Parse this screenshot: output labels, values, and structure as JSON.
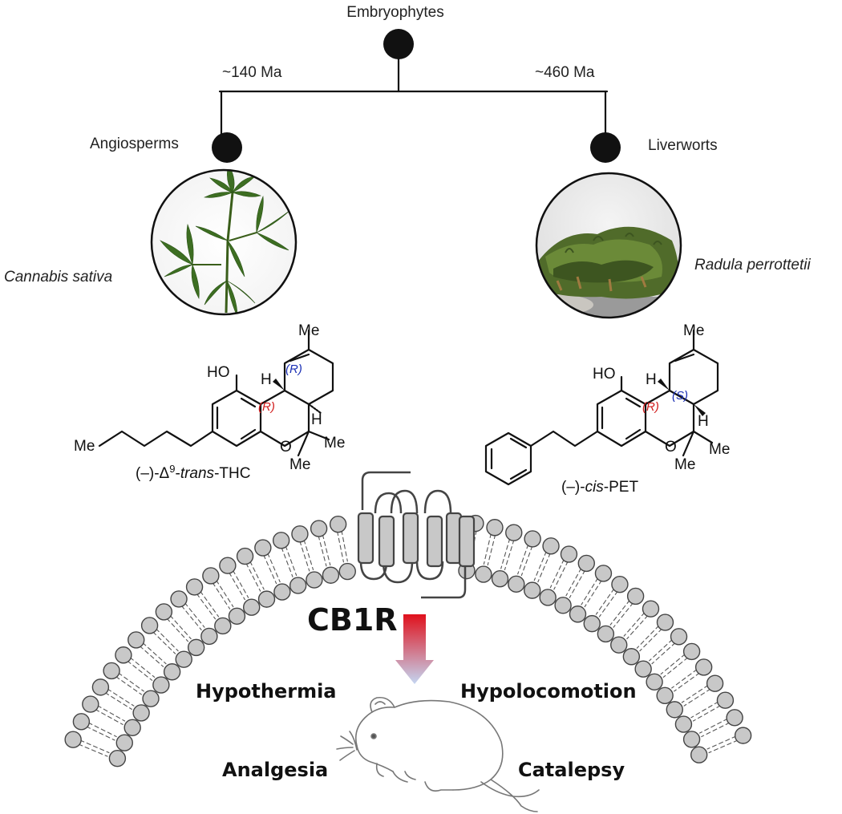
{
  "tree": {
    "root_label": "Embryophytes",
    "left_age": "~140 Ma",
    "right_age": "~460 Ma",
    "left_clade": "Angiosperms",
    "right_clade": "Liverworts"
  },
  "species": {
    "left": "Cannabis sativa",
    "right": "Radula perrottetii"
  },
  "molecules": {
    "left": {
      "prefix": "(–)-Δ",
      "superscript": "9",
      "dash": "-",
      "italic": "trans",
      "suffix": "-THC",
      "stereo_1": "(R)",
      "stereo_2": "(R)",
      "stereo_1_color": "#d11a1a",
      "stereo_2_color": "#1a2fb5",
      "atoms": {
        "ho": "HO",
        "h_top": "H",
        "h_mid": "H",
        "o": "O",
        "me_top": "Me",
        "me_right": "Me",
        "me_bottom": "Me",
        "me_chain": "Me"
      }
    },
    "right": {
      "prefix": "(–)-",
      "italic": "cis",
      "suffix": "-PET",
      "stereo_1": "(R)",
      "stereo_2": "(S)",
      "stereo_1_color": "#d11a1a",
      "stereo_2_color": "#1a2fb5",
      "atoms": {
        "ho": "HO",
        "h_top": "H",
        "h_mid": "H",
        "o": "O",
        "me_top": "Me",
        "me_right": "Me",
        "me_bottom": "Me"
      }
    }
  },
  "receptor": {
    "label": "CB1R",
    "arrow_top_color": "#e0111c",
    "arrow_bottom_color": "#c4d6f2",
    "lipid_head_color": "#c8c8c8",
    "helix_color": "#c8c8c8"
  },
  "effects": {
    "top_left": "Hypothermia",
    "top_right": "Hypolocomotion",
    "bottom_left": "Analgesia",
    "bottom_right": "Catalepsy"
  },
  "icons": {
    "cannabis": "cannabis-plant-photo-icon",
    "liverwort": "liverwort-moss-photo-icon",
    "mouse": "mouse-outline-icon"
  }
}
